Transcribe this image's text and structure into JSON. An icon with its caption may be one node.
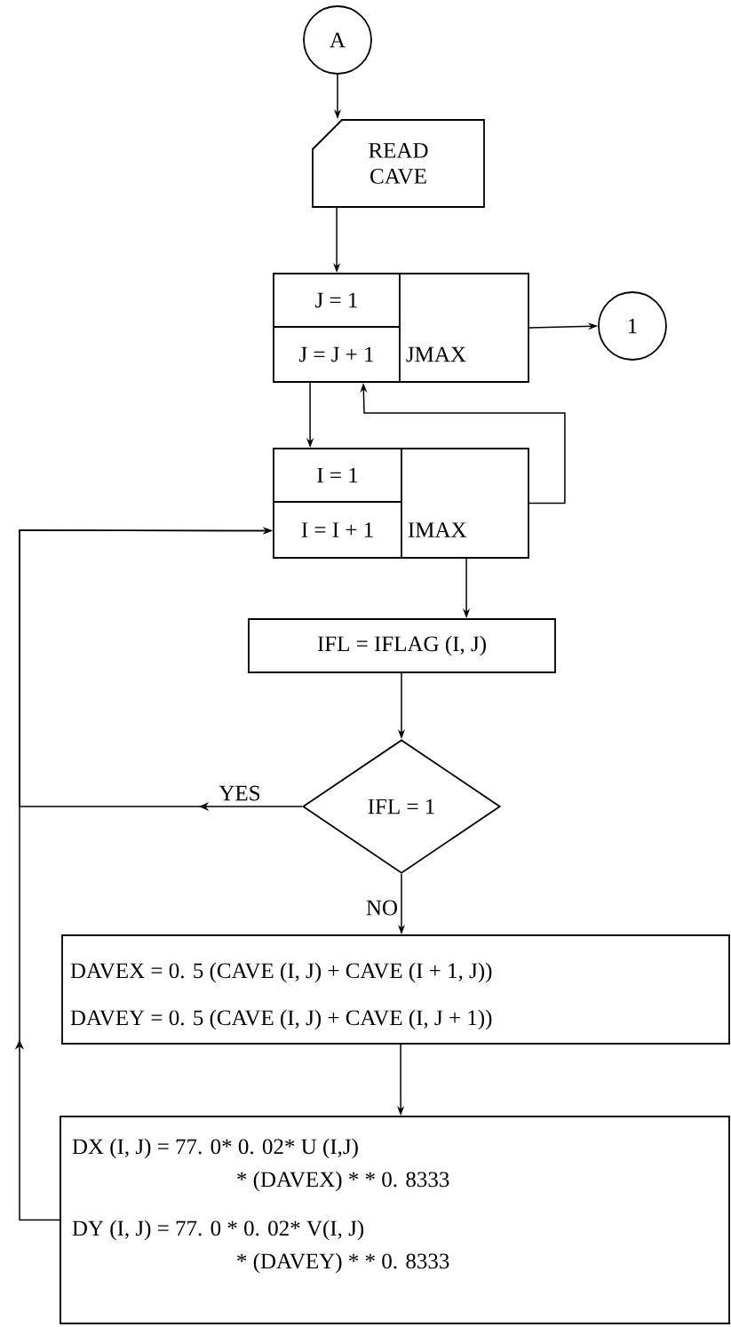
{
  "diagram": {
    "nodes": [
      {
        "text": [
          "A"
        ]
      },
      {
        "text": [
          "READ CAVE"
        ]
      },
      {
        "text": [
          "J = 1",
          "J = J + 1",
          "JMAX"
        ]
      },
      {
        "text": [
          "1"
        ]
      },
      {
        "text": [
          "I = 1",
          "I = I + 1",
          "IMAX"
        ]
      },
      {
        "text": [
          "IFL = IFLAG (I, J)"
        ]
      },
      {
        "text": [
          "IFL = 1"
        ]
      },
      {
        "text": [
          "DAVEX = 0. 5 (CAVE (I, J) + CAVE (I + 1, J))",
          "DAVEY = 0. 5 (CAVE (I, J) + CAVE (I, J + 1))"
        ]
      },
      {
        "text": [
          "DX (I, J) = 77. 0* 0. 02* U (I,J)",
          "* (DAVEX) * * 0. 8333",
          "DY (I, J) = 77. 0 * 0. 02* V(I, J)",
          "* (DAVEY) * * 0. 8333"
        ]
      }
    ],
    "edges": [
      {
        "from": 0,
        "to": 1,
        "arrow": "to"
      },
      {
        "from": 1,
        "to": 2,
        "arrow": "to"
      },
      {
        "from": 2,
        "to": 3,
        "arrow": "to"
      },
      {
        "from": 2,
        "to": 4,
        "arrow": "to"
      },
      {
        "from": 4,
        "to": 2,
        "arrow": "to"
      },
      {
        "from": 4,
        "to": 5,
        "arrow": "to"
      },
      {
        "from": 5,
        "to": 6,
        "arrow": "to"
      },
      {
        "from": 6,
        "to": 7,
        "arrow": "to",
        "label": "NO"
      },
      {
        "from": 7,
        "to": 8,
        "arrow": "to"
      },
      {
        "from": 6,
        "to": 4,
        "arrow": "to",
        "label": "YES"
      },
      {
        "from": 8,
        "to": 4,
        "arrow": "to"
      }
    ]
  }
}
